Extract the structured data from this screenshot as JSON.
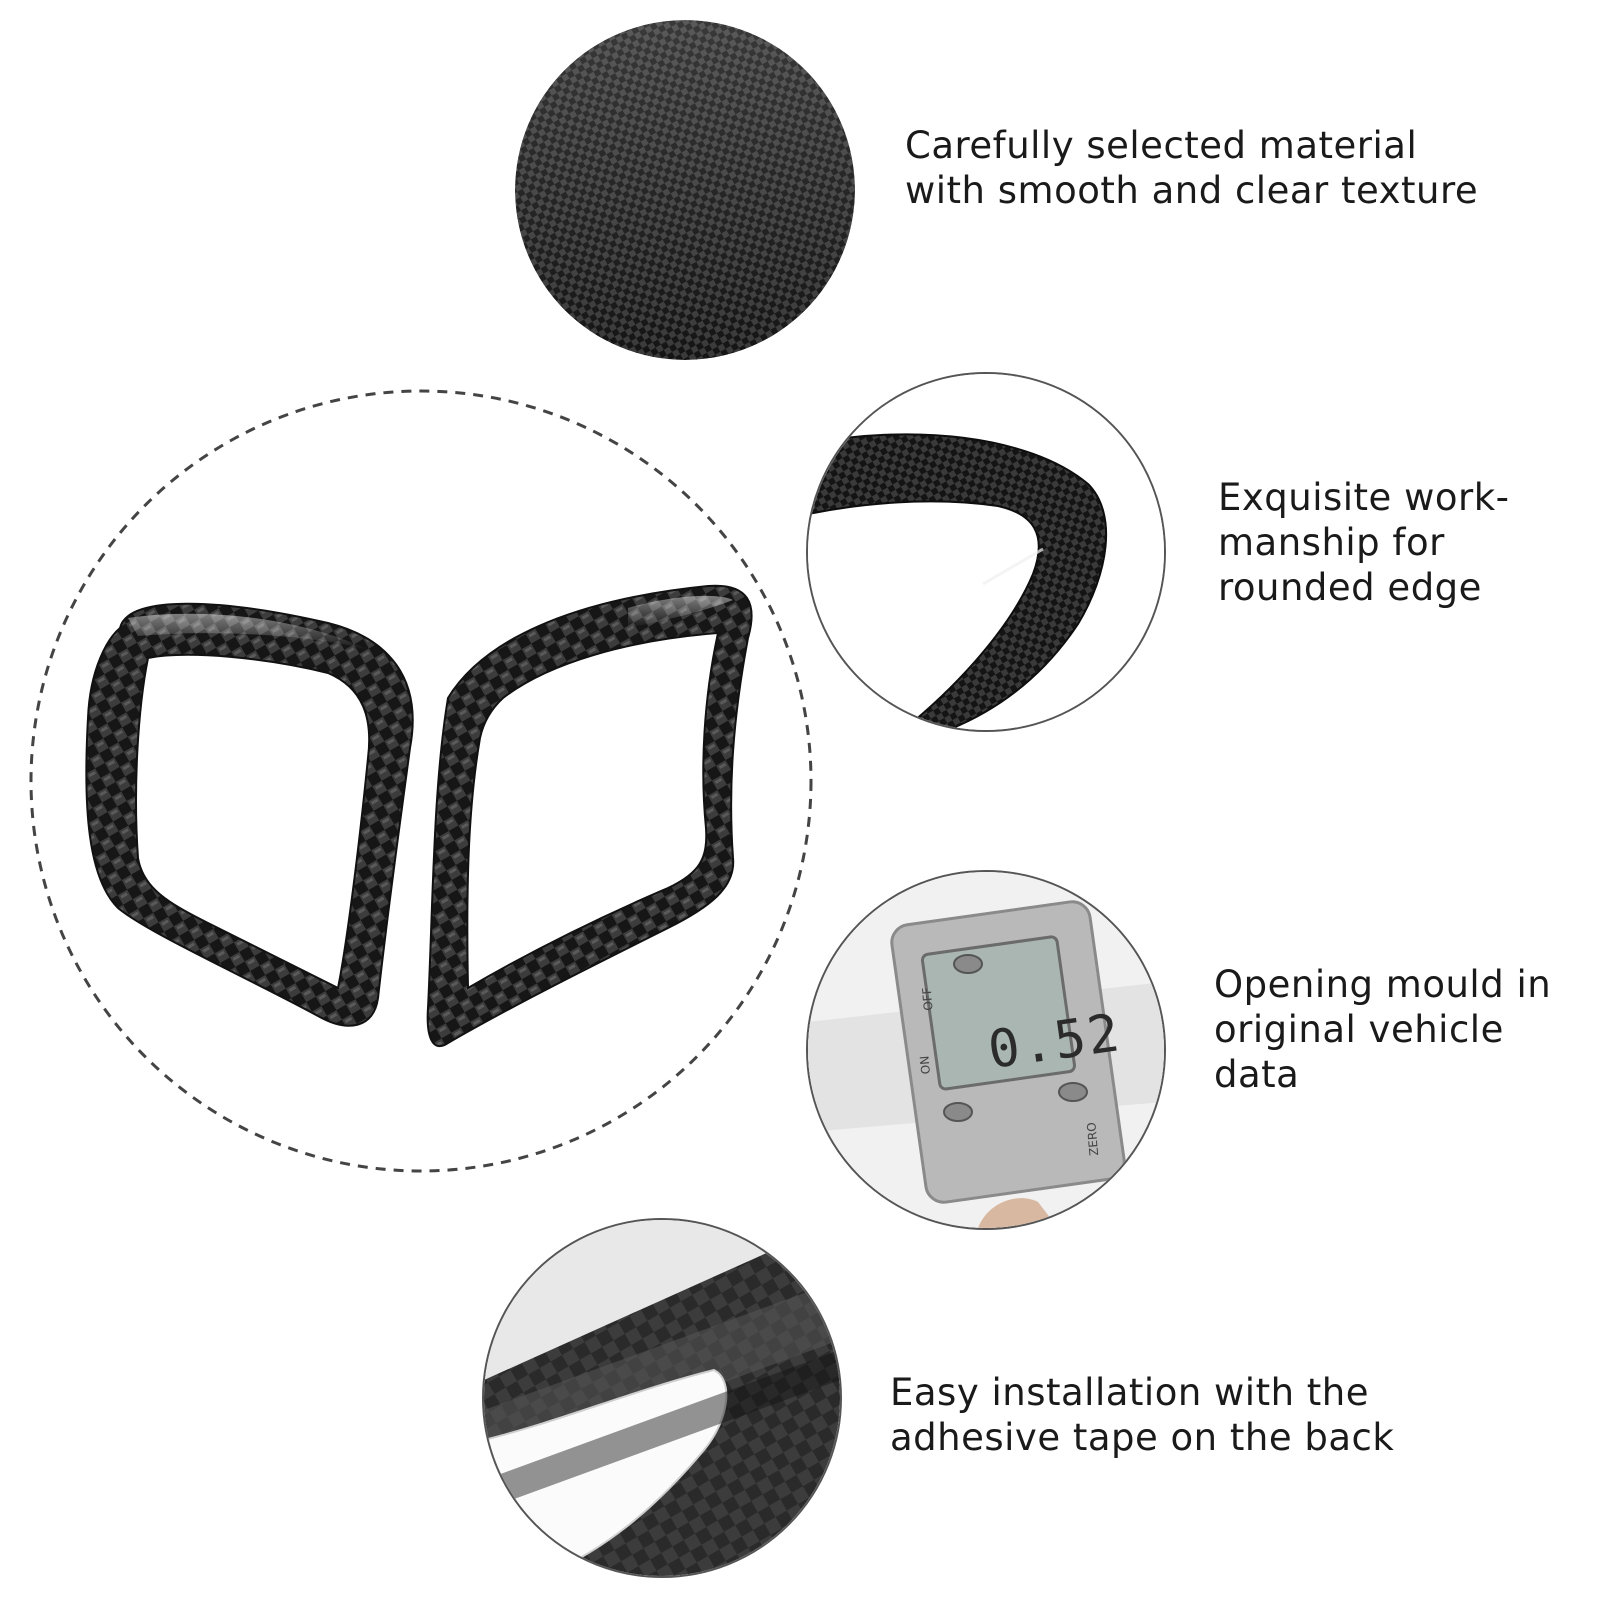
{
  "features": [
    {
      "id": "material",
      "text": "Carefully selected material\nwith smooth and clear texture"
    },
    {
      "id": "workmanship",
      "text": "Exquisite work-\nmanship for\nrounded edge"
    },
    {
      "id": "mould",
      "text": "Opening mould in\noriginal vehicle\ndata"
    },
    {
      "id": "installation",
      "text": "Easy installation with the\nadhesive tape on the back"
    }
  ],
  "caliper": {
    "reading": "0.52",
    "off_label": "OFF",
    "on_label": "ON",
    "zero_label": "ZERO"
  },
  "colors": {
    "carbon_dark": "#1c1c1c",
    "carbon_light": "#4a4a4a",
    "dashed_border": "#444444",
    "circle_border": "#555555"
  }
}
